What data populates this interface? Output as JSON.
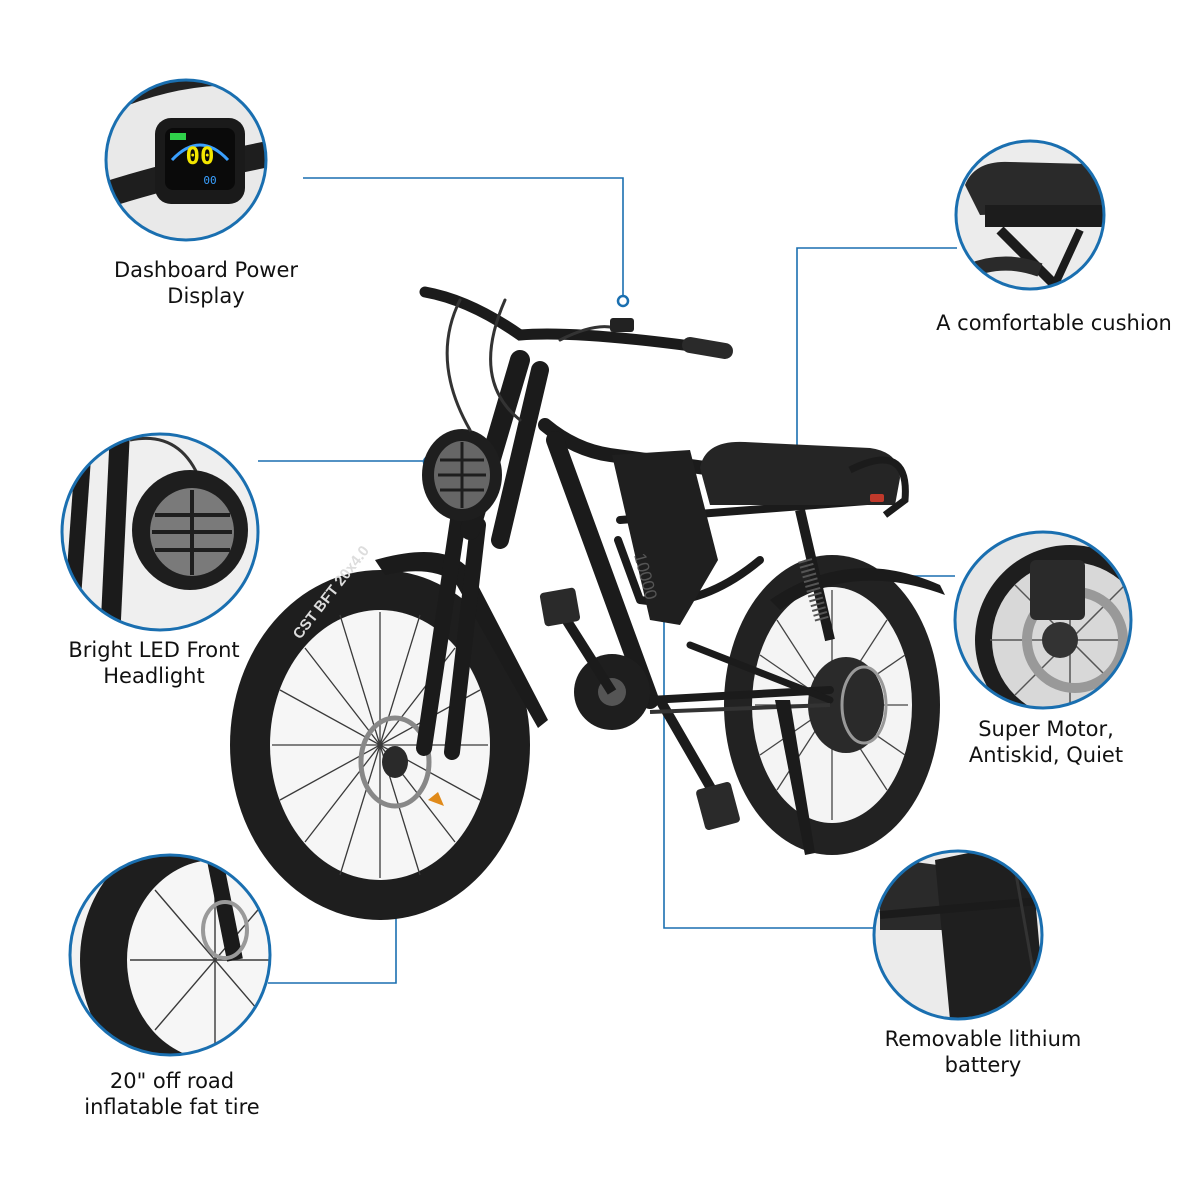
{
  "callouts": {
    "dashboard": {
      "lines": [
        "Dashboard Power",
        "Display"
      ],
      "icon": "dashboard-display-icon"
    },
    "cushion": {
      "lines": [
        "A comfortable cushion"
      ],
      "icon": "seat-cushion-icon"
    },
    "headlight": {
      "lines": [
        "Bright LED Front",
        "Headlight"
      ],
      "icon": "headlight-icon"
    },
    "motor": {
      "lines": [
        "Super Motor,",
        "Antiskid, Quiet"
      ],
      "icon": "hub-motor-icon"
    },
    "tire": {
      "lines": [
        "20\" off road",
        "inflatable fat tire"
      ],
      "icon": "fat-tire-icon"
    },
    "battery": {
      "lines": [
        "Removable lithium",
        "battery"
      ],
      "icon": "battery-icon"
    }
  },
  "dashboard_screen": {
    "speed": "00",
    "trip": "00"
  },
  "tire_text": "CST BFT 20x4.0",
  "frame_text": "10000",
  "colors": {
    "accent": "#1a6fb0",
    "frame": "#1b1b1b",
    "text": "#111111",
    "background": "#ffffff"
  }
}
